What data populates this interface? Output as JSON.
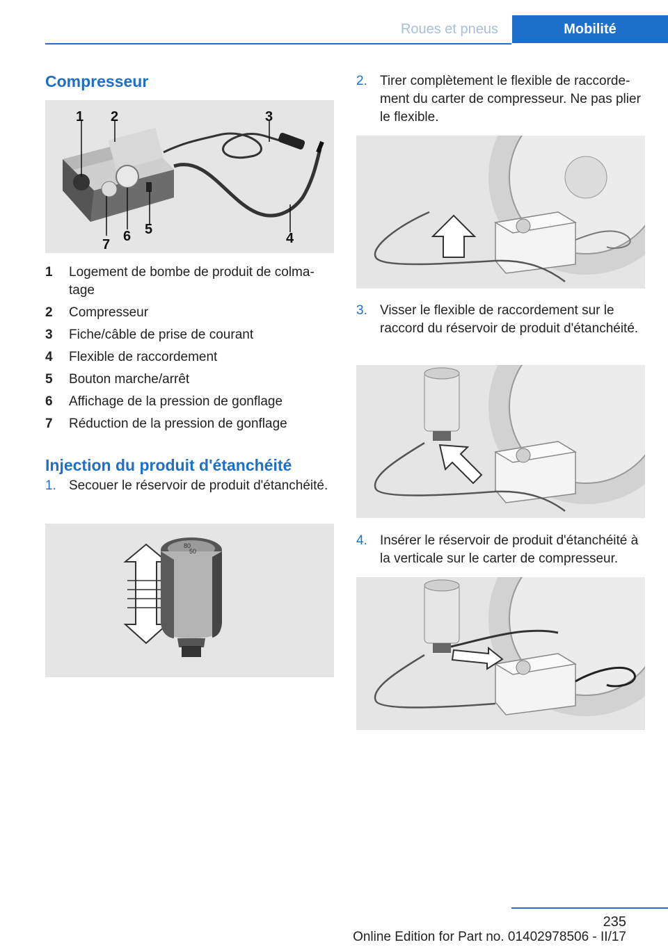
{
  "header": {
    "tab1": "Roues et pneus",
    "tab2": "Mobilité"
  },
  "left": {
    "title": "Compresseur",
    "callouts": [
      "1",
      "2",
      "3",
      "4",
      "5",
      "6",
      "7"
    ],
    "items": [
      {
        "n": "1",
        "text": "Logement de bombe de produit de colma­tage"
      },
      {
        "n": "2",
        "text": "Compresseur"
      },
      {
        "n": "3",
        "text": "Fiche/câble de prise de courant"
      },
      {
        "n": "4",
        "text": "Flexible de raccordement"
      },
      {
        "n": "5",
        "text": "Bouton marche/arrêt"
      },
      {
        "n": "6",
        "text": "Affichage de la pression de gonflage"
      },
      {
        "n": "7",
        "text": "Réduction de la pression de gonflage"
      }
    ],
    "section2_title": "Injection du produit d'étanchéité",
    "step1": {
      "n": "1.",
      "text": "Secouer le réservoir de produit d'étan­chéité."
    },
    "gauge_text": [
      "80",
      "50"
    ]
  },
  "right": {
    "step2": {
      "n": "2.",
      "text": "Tirer complètement le flexible de raccorde­ment du carter de compresseur. Ne pas plier le flexible."
    },
    "step3": {
      "n": "3.",
      "text": "Visser le flexible de raccordement sur le raccord du réservoir de produit d'étan­chéité."
    },
    "step4": {
      "n": "4.",
      "text": "Insérer le réservoir de produit d'étanchéité à la verticale sur le carter de compresseur."
    }
  },
  "footer": {
    "page": "235",
    "edition": "Online Edition for Part no. 01402978506 - II/17"
  },
  "colors": {
    "accent": "#1e6fc9",
    "figure_bg": "#e5e5e5"
  }
}
